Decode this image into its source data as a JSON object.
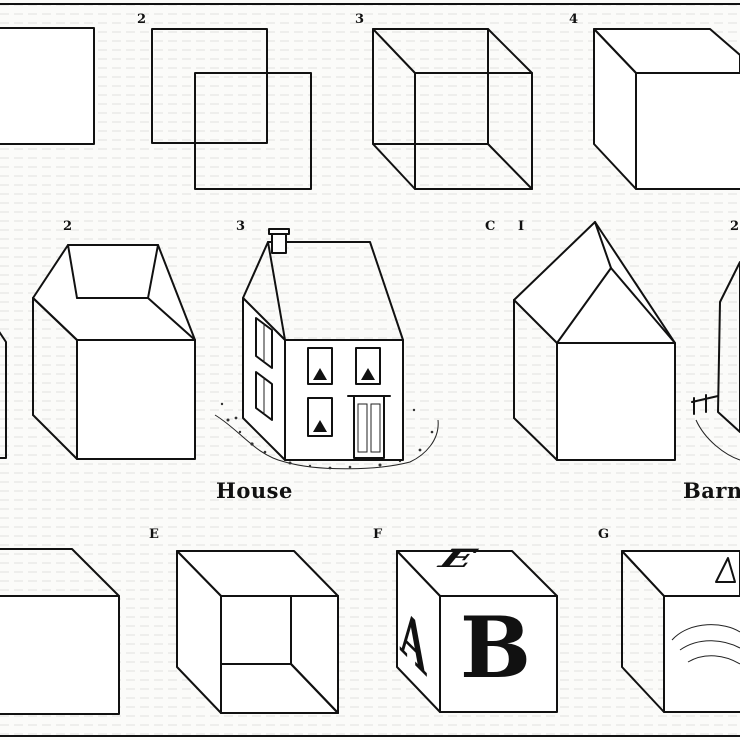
{
  "labels": {
    "row1": [
      "2",
      "3",
      "4"
    ],
    "row2": [
      "2",
      "3",
      "C",
      "I",
      "2"
    ],
    "row3": [
      "E",
      "F",
      "G"
    ]
  },
  "captions": {
    "house": "House",
    "barn": "Barn"
  },
  "block_letters": {
    "top": "E",
    "side": "A",
    "front": "B"
  },
  "colors": {
    "ink": "#111111",
    "paper": "#fbfbf9"
  }
}
